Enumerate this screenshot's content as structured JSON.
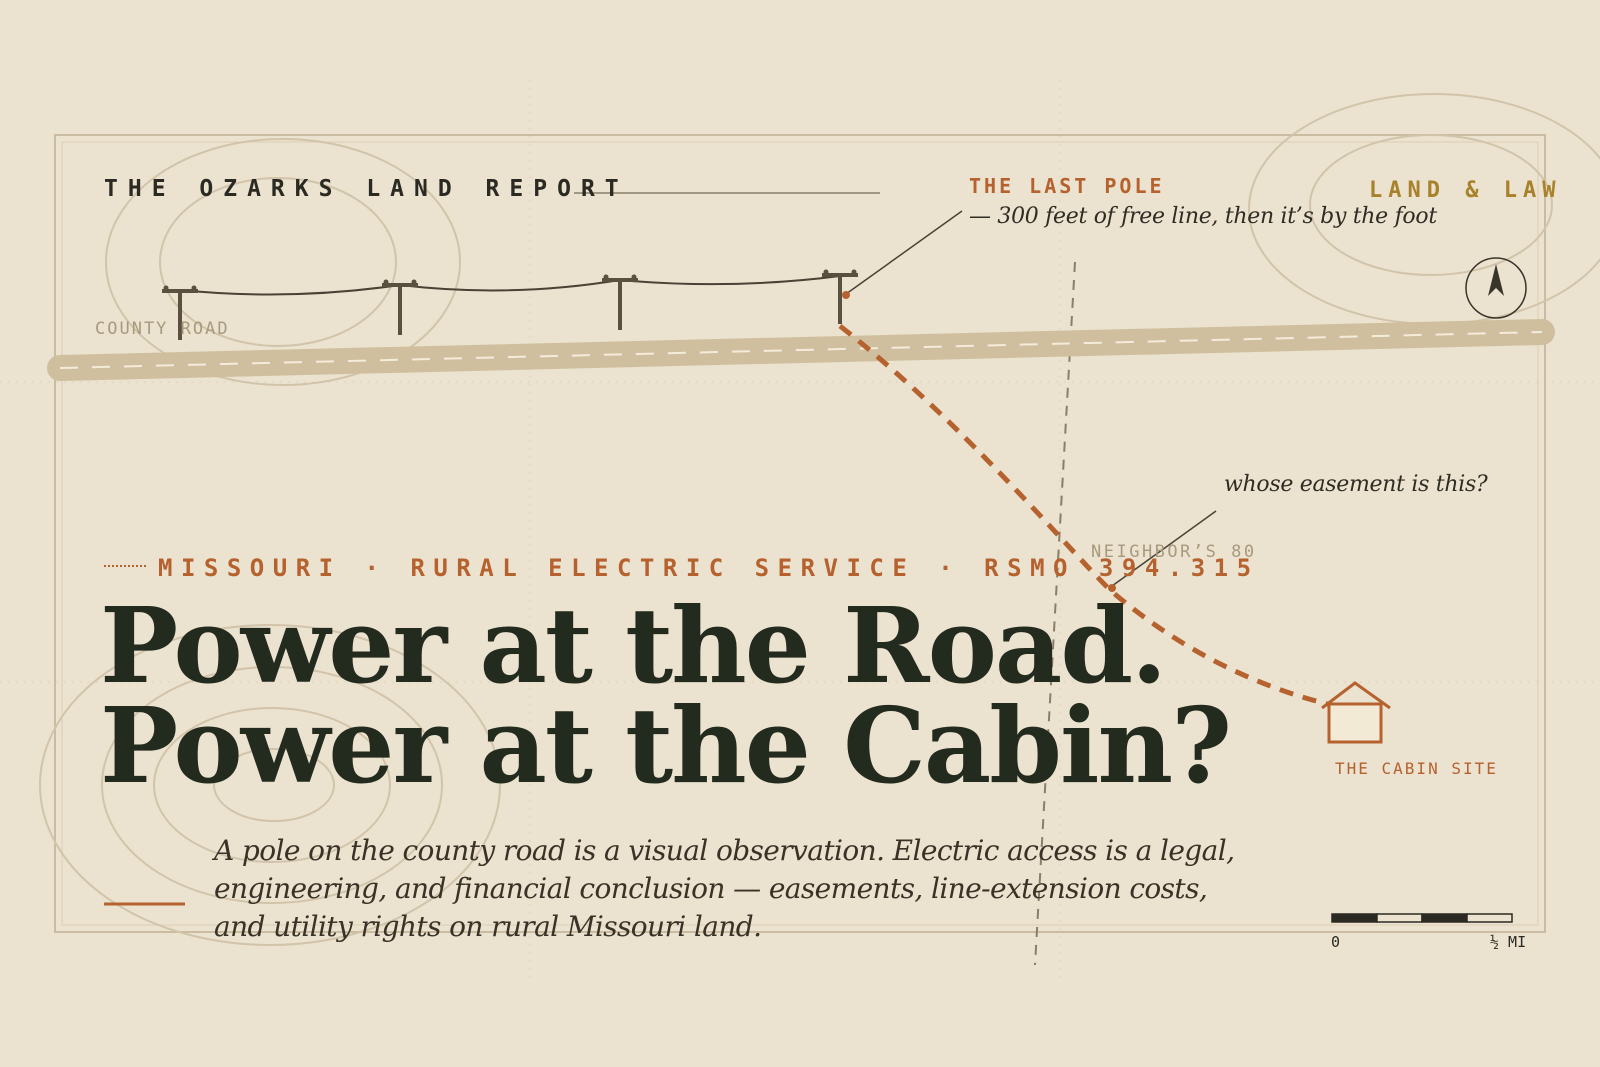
{
  "header": {
    "brand": "THE OZARKS LAND REPORT",
    "section": "LAND & LAW"
  },
  "map": {
    "road_label": "COUNTY ROAD",
    "parcel_label": "NEIGHBOR’S 80",
    "cabin_label": "THE CABIN SITE",
    "callouts": [
      {
        "title": "THE LAST POLE",
        "note": "— 300 feet of free line, then it’s by the foot"
      },
      {
        "title": "",
        "note": "whose easement is this?"
      }
    ],
    "scale": {
      "start": "0",
      "end": "½ MI"
    },
    "north_arrow_icon": "north-arrow-icon"
  },
  "story": {
    "kicker": "MISSOURI · RURAL ELECTRIC SERVICE · RSMO 394.315",
    "headline_line1": "Power at the Road.",
    "headline_line2": "Power at the Cabin?",
    "dek": "A pole on the county road is a visual observation. Electric access is a legal, engineering, and financial conclusion — easements, line-extension costs, and utility rights on rural Missouri land."
  },
  "colors": {
    "background": "#ebe2cf",
    "accent_rust": "#b5622f",
    "accent_gold": "#a8822a",
    "ink": "#232b1e",
    "road": "#cfbf9e",
    "contour": "#d2c4aa",
    "muted": "#a89a7e"
  }
}
